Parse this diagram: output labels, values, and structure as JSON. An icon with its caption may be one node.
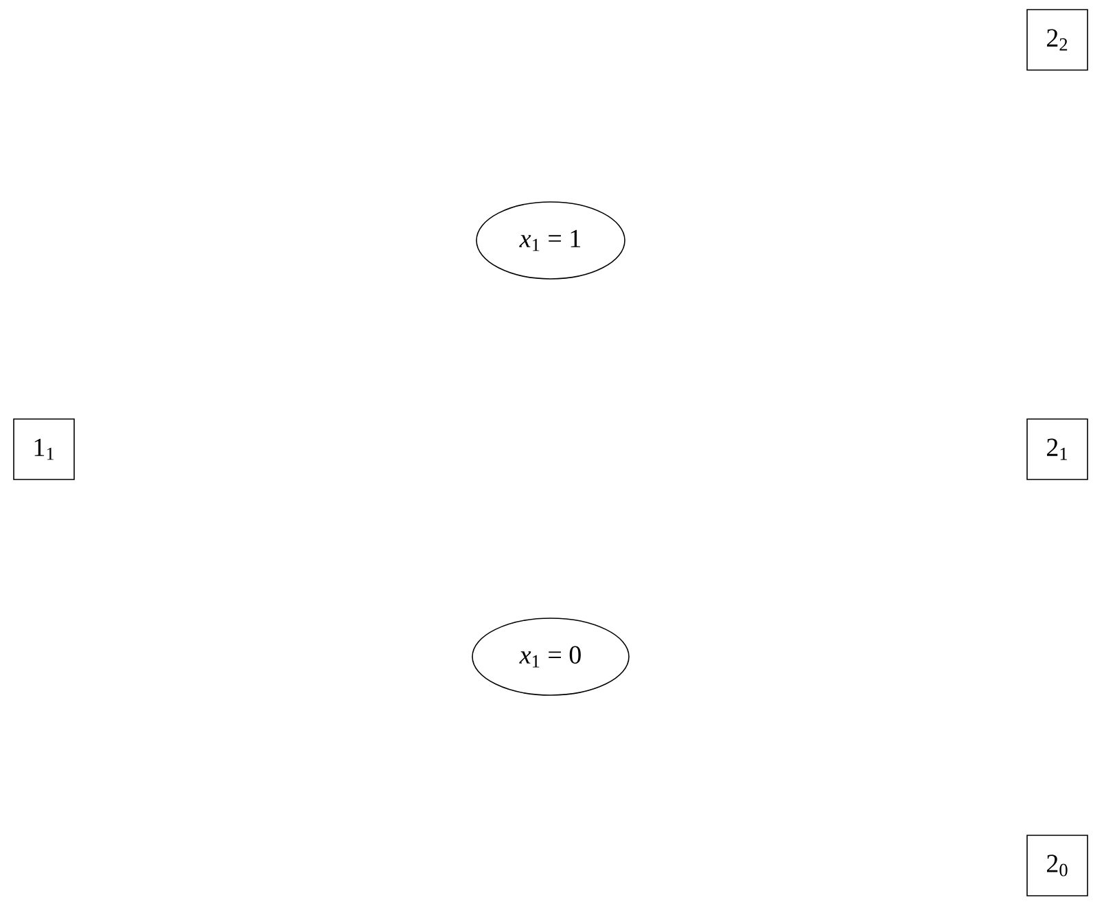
{
  "diagram": {
    "nodes": [
      {
        "text": [
          "2$_{2}$"
        ]
      },
      {
        "text": [
          "*x*$_{1}$ = 1"
        ]
      },
      {
        "text": [
          "1$_{1}$"
        ]
      },
      {
        "text": [
          "2$_{1}$"
        ]
      },
      {
        "text": [
          "*x*$_{1}$ = 0"
        ]
      },
      {
        "text": [
          "2$_{0}$"
        ]
      }
    ],
    "edges": []
  }
}
